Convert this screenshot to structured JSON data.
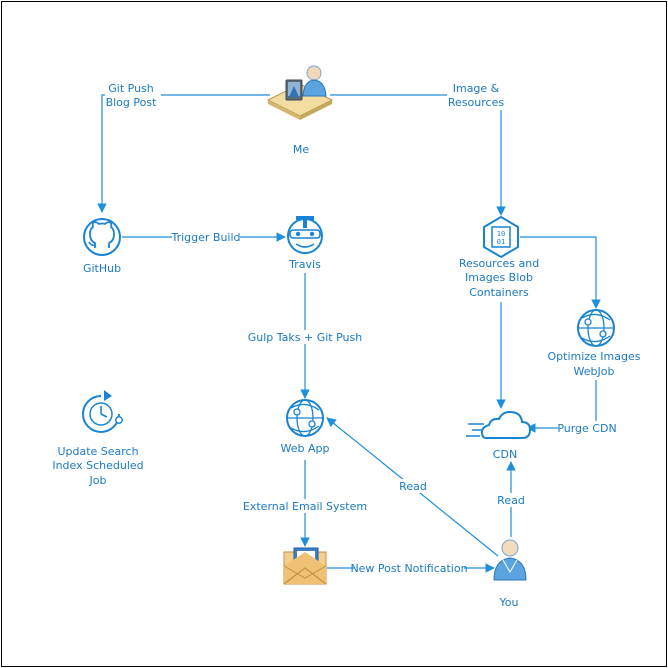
{
  "nodes": {
    "me": {
      "label": "Me",
      "icon": "developer-at-desk-icon"
    },
    "github": {
      "label": "GitHub",
      "icon": "github-icon"
    },
    "travis": {
      "label": "Travis",
      "icon": "travis-icon"
    },
    "resources": {
      "label_lines": [
        "Resources and",
        "Images Blob",
        "Containers"
      ],
      "icon": "blob-storage-icon"
    },
    "optimize": {
      "label_lines": [
        "Optimize Images",
        "WebJob"
      ],
      "icon": "webjob-icon"
    },
    "webapp": {
      "label": "Web App",
      "icon": "web-app-icon"
    },
    "cdn": {
      "label": "CDN",
      "icon": "cloud-icon"
    },
    "scheduled": {
      "label_lines": [
        "Update Search",
        "Index Scheduled",
        "Job"
      ],
      "icon": "scheduled-job-icon"
    },
    "email": {
      "icon": "email-envelope-icon"
    },
    "you": {
      "label": "You",
      "icon": "user-icon"
    }
  },
  "edges": {
    "me_github": {
      "label_lines": [
        "Git Push",
        "Blog Post"
      ]
    },
    "me_resources": {
      "label_lines": [
        "Image &",
        "Resources"
      ]
    },
    "github_travis": {
      "label": "Trigger Build"
    },
    "travis_webapp": {
      "label": "Gulp Taks + Git Push"
    },
    "webapp_email": {
      "label": "External Email System"
    },
    "email_you": {
      "label": "New Post Notification"
    },
    "you_webapp": {
      "label": "Read"
    },
    "you_cdn": {
      "label": "Read"
    },
    "optimize_cdn": {
      "label": "Purge CDN"
    }
  },
  "colors": {
    "line": "#1e8fdc",
    "text": "#1a7ac5",
    "icon": "#1a84d4"
  }
}
